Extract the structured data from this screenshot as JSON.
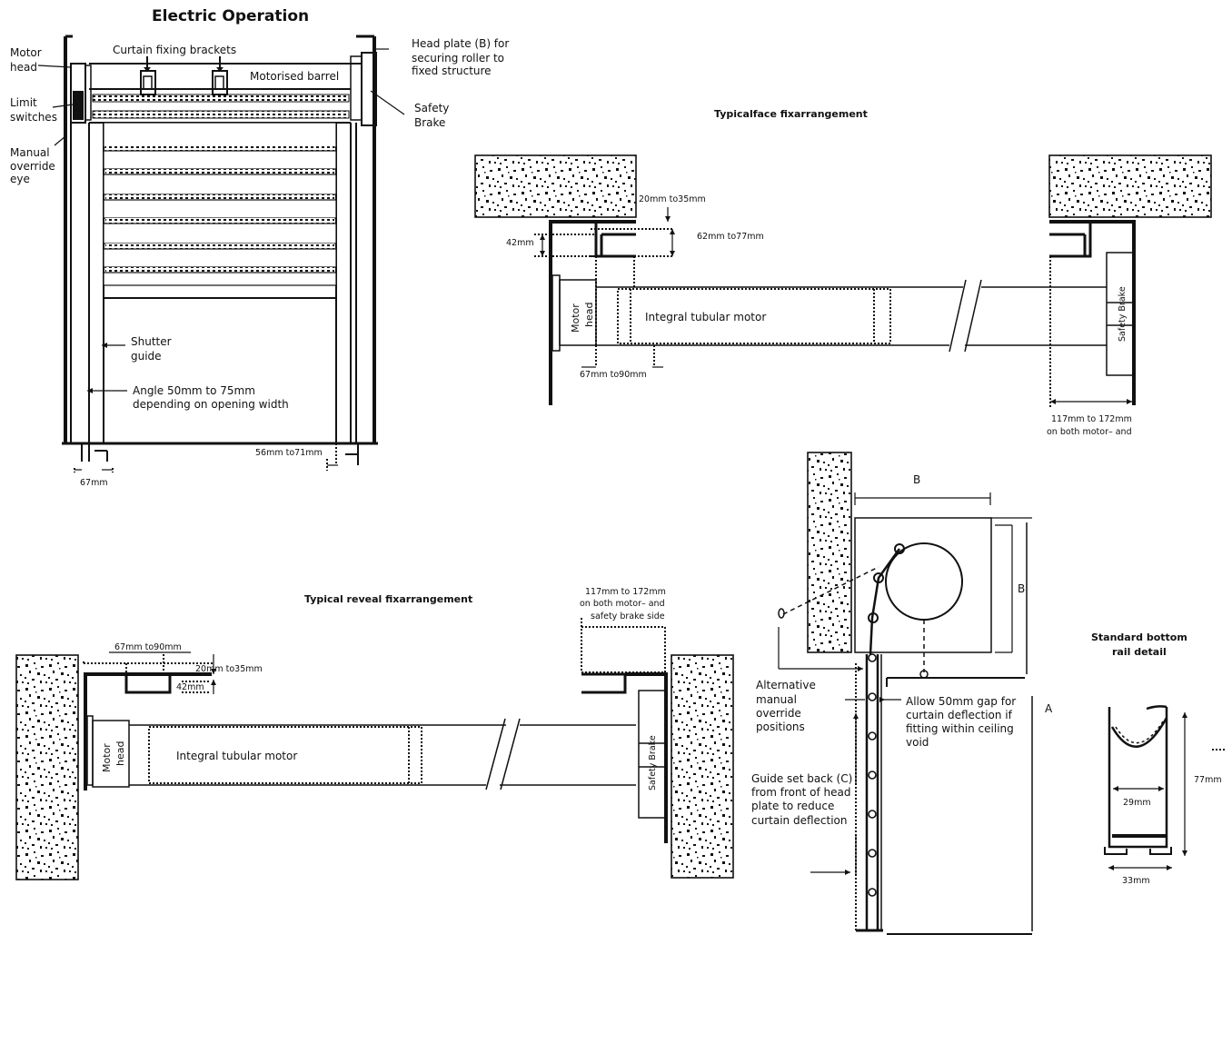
{
  "labels": {
    "electric_title": "Electric Operation",
    "motor_head_1": "Motor",
    "motor_head_2": "head",
    "limit_1": "Limit",
    "limit_2": "switches",
    "manual_1": "Manual",
    "manual_2": "override",
    "manual_3": "eye",
    "curtain_brackets": "Curtain fixing brackets",
    "motorised_barrel": "Motorised barrel",
    "head_plate_1": "Head plate (B) for",
    "head_plate_2": "securing roller to",
    "head_plate_3": "fixed structure",
    "safety_1": "Safety",
    "safety_2": "Brake",
    "shutter_1": "Shutter",
    "shutter_2": "guide",
    "angle_1": "Angle 50mm to 75mm",
    "angle_2": "depending on opening width",
    "dim_56_71": "56mm to71mm",
    "dim_67": "67mm",
    "face_title": "Typicalface fixarrangement",
    "face_20_35": "20mm to35mm",
    "face_42": "42mm",
    "face_62_77": "62mm to77mm",
    "face_motor_1": "Motor",
    "face_motor_2": "head",
    "face_integral": "Integral tubular motor",
    "face_67_90": "67mm to90mm",
    "face_safety": "Safety Brake",
    "face_117_1": "117mm to 172mm",
    "face_117_2": "on both motor– and",
    "reveal_title": "Typical reveal fixarrangement",
    "reveal_117_1": "117mm to 172mm",
    "reveal_117_2": "on both motor– and",
    "reveal_117_3": "safety brake side",
    "reveal_67_90": "67mm to90mm",
    "reveal_20_35": "20mm to35mm",
    "reveal_42": "42mm",
    "reveal_motor_1": "Motor",
    "reveal_motor_2": "head",
    "reveal_integral": "Integral tubular motor",
    "reveal_safety": "Safety Brake",
    "sec_B_top": "B",
    "sec_B_side": "B",
    "sec_A": "A",
    "alt_1": "Alternative",
    "alt_2": "manual",
    "alt_3": "override",
    "alt_4": "positions",
    "allow_1": "Allow 50mm gap for",
    "allow_2": "curtain deflection if",
    "allow_3": "fitting within ceiling",
    "allow_4": "void",
    "guide_1": "Guide set back (C)",
    "guide_2": "from front of head",
    "guide_3": "plate to reduce",
    "guide_4": "curtain deflection",
    "bottom_1": "Standard bottom",
    "bottom_2": "rail detail",
    "dim_77": "77mm",
    "dim_29": "29mm",
    "dim_33": "33mm"
  }
}
